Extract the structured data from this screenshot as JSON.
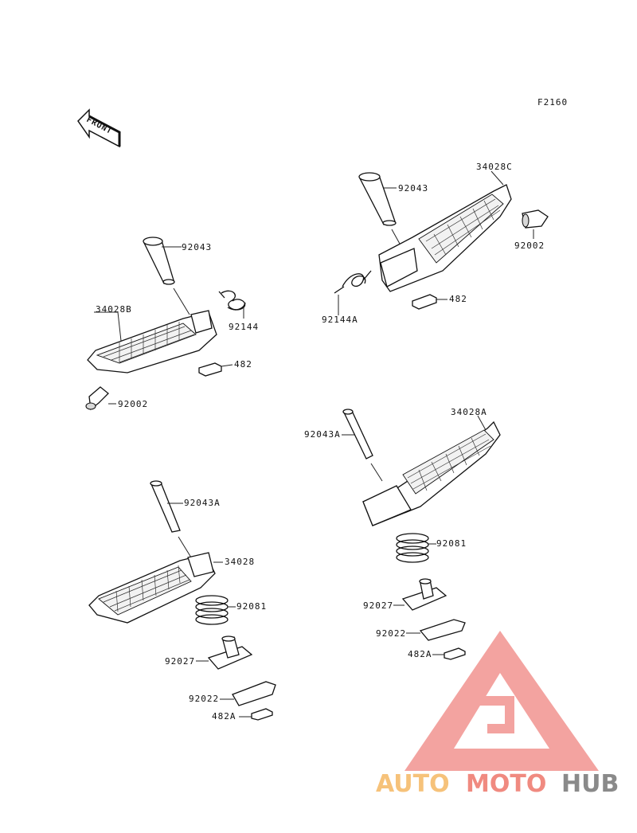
{
  "diagram": {
    "figure_code": "F2160",
    "front_label": "FRONT",
    "labels": {
      "tl_shaft": "92043",
      "tl_peg": "34028B",
      "tl_spring": "92144",
      "tl_pin": "482",
      "tl_rubber": "92002",
      "tr_shaft": "92043",
      "tr_peg": "34028C",
      "tr_rubber": "92002",
      "tr_spring": "92144A",
      "tr_pin": "482",
      "br_shaft": "92043A",
      "br_peg": "34028A",
      "br_spring": "92081",
      "br_bracket": "92027",
      "br_plate": "92022",
      "br_pin": "482A",
      "bl_shaft": "92043A",
      "bl_peg": "34028",
      "bl_spring": "92081",
      "bl_bracket": "92027",
      "bl_plate": "92022",
      "bl_pin": "482A"
    }
  },
  "watermark": {
    "part1": "AUTO",
    "part2": "MOTO",
    "part3": "HUB",
    "colors": {
      "auto": "#f6c27a",
      "moto": "#f08a80",
      "hub": "#8a8a8a",
      "triangle": "#f19490"
    }
  }
}
